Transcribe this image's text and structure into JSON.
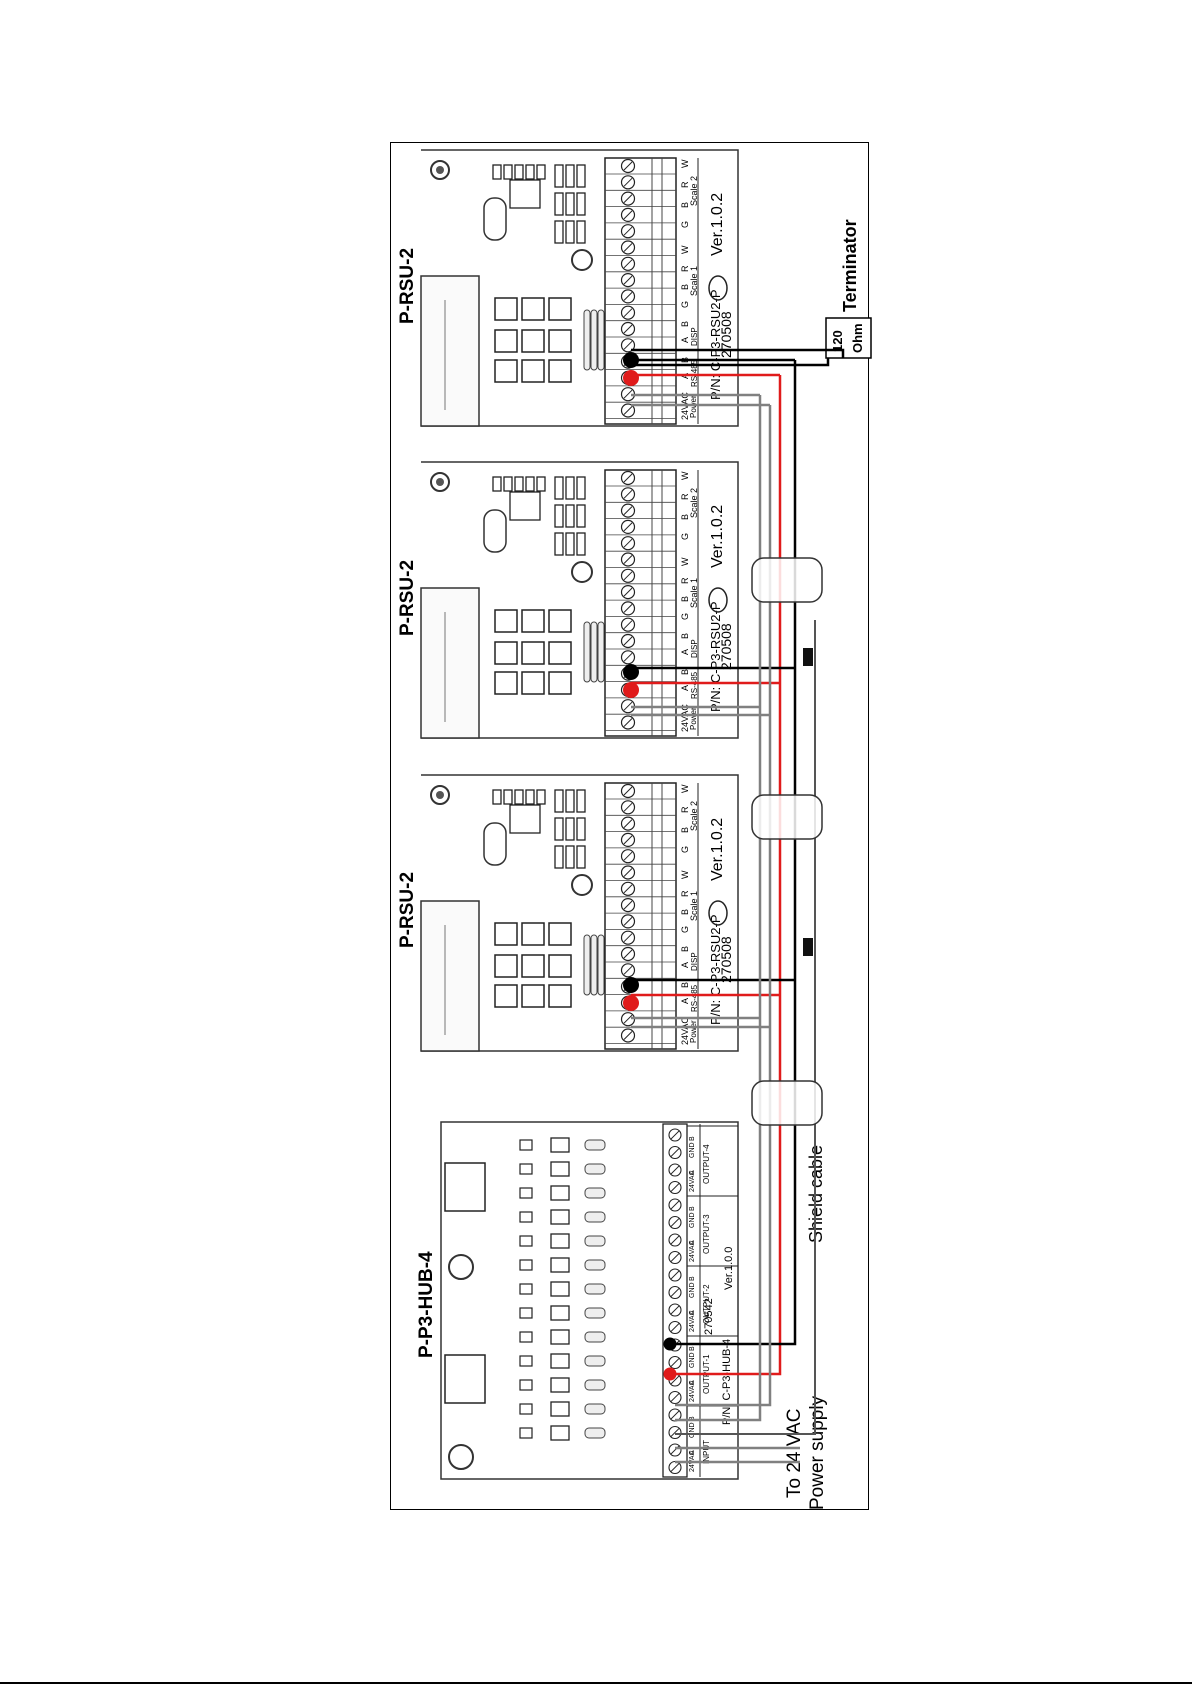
{
  "diagram": {
    "boards": [
      {
        "name": "P-RSU-2",
        "version": "Ver.1.0.2",
        "part_number": "P/N: C-P3-RSU2-P",
        "serial": "270508",
        "terminals": {
          "power": [
            "24VAC",
            "Power"
          ],
          "rs485": [
            "A",
            "B",
            "RS-485"
          ],
          "disp": [
            "A",
            "B",
            "DISP"
          ],
          "scale1": [
            "G",
            "B",
            "R",
            "W",
            "Scale 1"
          ],
          "scale2": [
            "G",
            "B",
            "R",
            "W",
            "Scale 2"
          ]
        }
      },
      {
        "name": "P-RSU-2",
        "version": "Ver.1.0.2",
        "part_number": "P/N: C-P3-RSU2-P",
        "serial": "270508",
        "terminals": {
          "power": [
            "24VAC",
            "Power"
          ],
          "rs485": [
            "A",
            "B",
            "RS-485"
          ],
          "disp": [
            "A",
            "B",
            "DISP"
          ],
          "scale1": [
            "G",
            "B",
            "R",
            "W",
            "Scale 1"
          ],
          "scale2": [
            "G",
            "B",
            "R",
            "W",
            "Scale 2"
          ]
        }
      },
      {
        "name": "P-RSU-2",
        "version": "Ver.1.0.2",
        "part_number": "P/N: C-P3-RSU2-P",
        "serial": "270508",
        "terminals": {
          "power": [
            "24VAC",
            "Power"
          ],
          "rs485": [
            "A",
            "B",
            "RS-485"
          ],
          "disp": [
            "A",
            "B",
            "DISP"
          ],
          "scale1": [
            "G",
            "B",
            "R",
            "W",
            "Scale 1"
          ],
          "scale2": [
            "G",
            "B",
            "R",
            "W",
            "Scale 2"
          ]
        }
      }
    ],
    "hub": {
      "name": "P-P3-HUB-4",
      "version": "Ver.1.0.0",
      "part_number": "P/N: C-P3-HUB-4",
      "serial": "270542",
      "groups": [
        "INPUT",
        "OUTPUT-1",
        "OUTPUT-2",
        "OUTPUT-3",
        "OUTPUT-4"
      ],
      "group_terminals": [
        "24VAC",
        "A",
        "GND",
        "B"
      ]
    },
    "terminator": {
      "title": "Terminator",
      "value": "120",
      "unit": "Ohm"
    },
    "shield_label": "Shield cable",
    "power_label": [
      "To 24 VAC",
      "Power supply"
    ],
    "colors": {
      "rs485_a": "#e01b1b",
      "rs485_b": "#000000",
      "power_wire": "#808080",
      "shield": "#555555",
      "board_line": "#333333"
    }
  }
}
